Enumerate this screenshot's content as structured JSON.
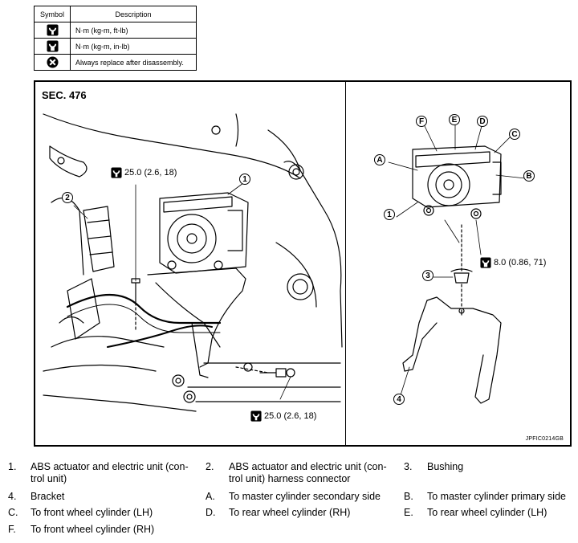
{
  "symbol_table": {
    "col_symbol": "Symbol",
    "col_description": "Description",
    "rows": [
      {
        "icon": "torque-wrench-icon",
        "description": "N·m (kg-m, ft-lb)"
      },
      {
        "icon": "torque-wrench-small-icon",
        "description": "N·m (kg-m, in-lb)"
      },
      {
        "icon": "replace-icon",
        "description": "Always replace after disassembly."
      }
    ]
  },
  "figure": {
    "section": "SEC. 476",
    "code": "JPFIC0214GB",
    "torques": {
      "bracket_bolt": "25.0 (2.6, 18)",
      "front_bolt": "25.0 (2.6, 18)",
      "actuator_nut": "8.0 (0.86, 71)"
    },
    "markers": {
      "n1": "1",
      "n2": "2",
      "n3": "3",
      "n4": "4",
      "n1b": "1",
      "a": "A",
      "b": "B",
      "c": "C",
      "d": "D",
      "e": "E",
      "f": "F"
    }
  },
  "legend": [
    {
      "key": "1.",
      "text": "ABS actuator and electric unit (con-",
      "text2": "trol unit)"
    },
    {
      "key": "2.",
      "text": "ABS actuator and electric unit (con-",
      "text2": "trol unit) harness connector"
    },
    {
      "key": "3.",
      "text": "Bushing"
    },
    {
      "key": "4.",
      "text": "Bracket"
    },
    {
      "key": "A.",
      "text": "To master cylinder secondary side"
    },
    {
      "key": "B.",
      "text": "To master cylinder primary side"
    },
    {
      "key": "C.",
      "text": "To front wheel cylinder (LH)"
    },
    {
      "key": "D.",
      "text": "To rear wheel cylinder (RH)"
    },
    {
      "key": "E.",
      "text": "To rear wheel cylinder (LH)"
    },
    {
      "key": "F.",
      "text": "To front wheel cylinder (RH)"
    }
  ]
}
